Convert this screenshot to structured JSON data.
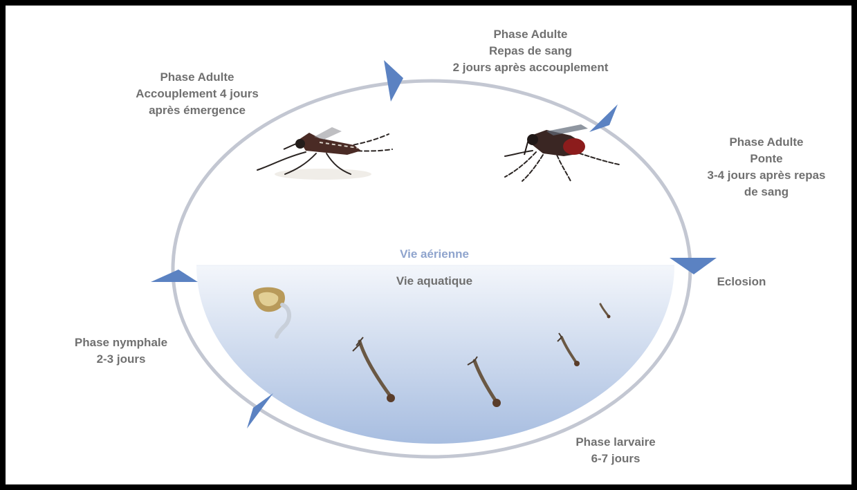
{
  "zones": {
    "air": "Vie aérienne",
    "water": "Vie aquatique"
  },
  "stages": {
    "adult_mating": [
      "Phase Adulte",
      "Accouplement 4 jours",
      "après émergence"
    ],
    "adult_blood_meal": [
      "Phase Adulte",
      "Repas de sang",
      "2 jours après accouplement"
    ],
    "adult_laying": [
      "Phase Adulte",
      "Ponte",
      "3-4 jours après repas",
      "de sang"
    ],
    "hatching": [
      "Eclosion"
    ],
    "larval": [
      "Phase larvaire",
      "6-7 jours"
    ],
    "pupal": [
      "Phase nymphale",
      "2-3 jours"
    ]
  },
  "colors": {
    "ring": "#c3c7d2",
    "arrow": "#5b82c2",
    "label": "#707070",
    "air_label": "#8fa4cd",
    "water_top": "#f3f6fb",
    "water_bottom": "#a7bde0",
    "frame": "#000000"
  },
  "icons": {
    "adult_mosquito_mating": "mosquito-icon",
    "adult_mosquito_feeding": "mosquito-icon",
    "pupa": "pupa-icon",
    "larva": "larva-icon"
  }
}
